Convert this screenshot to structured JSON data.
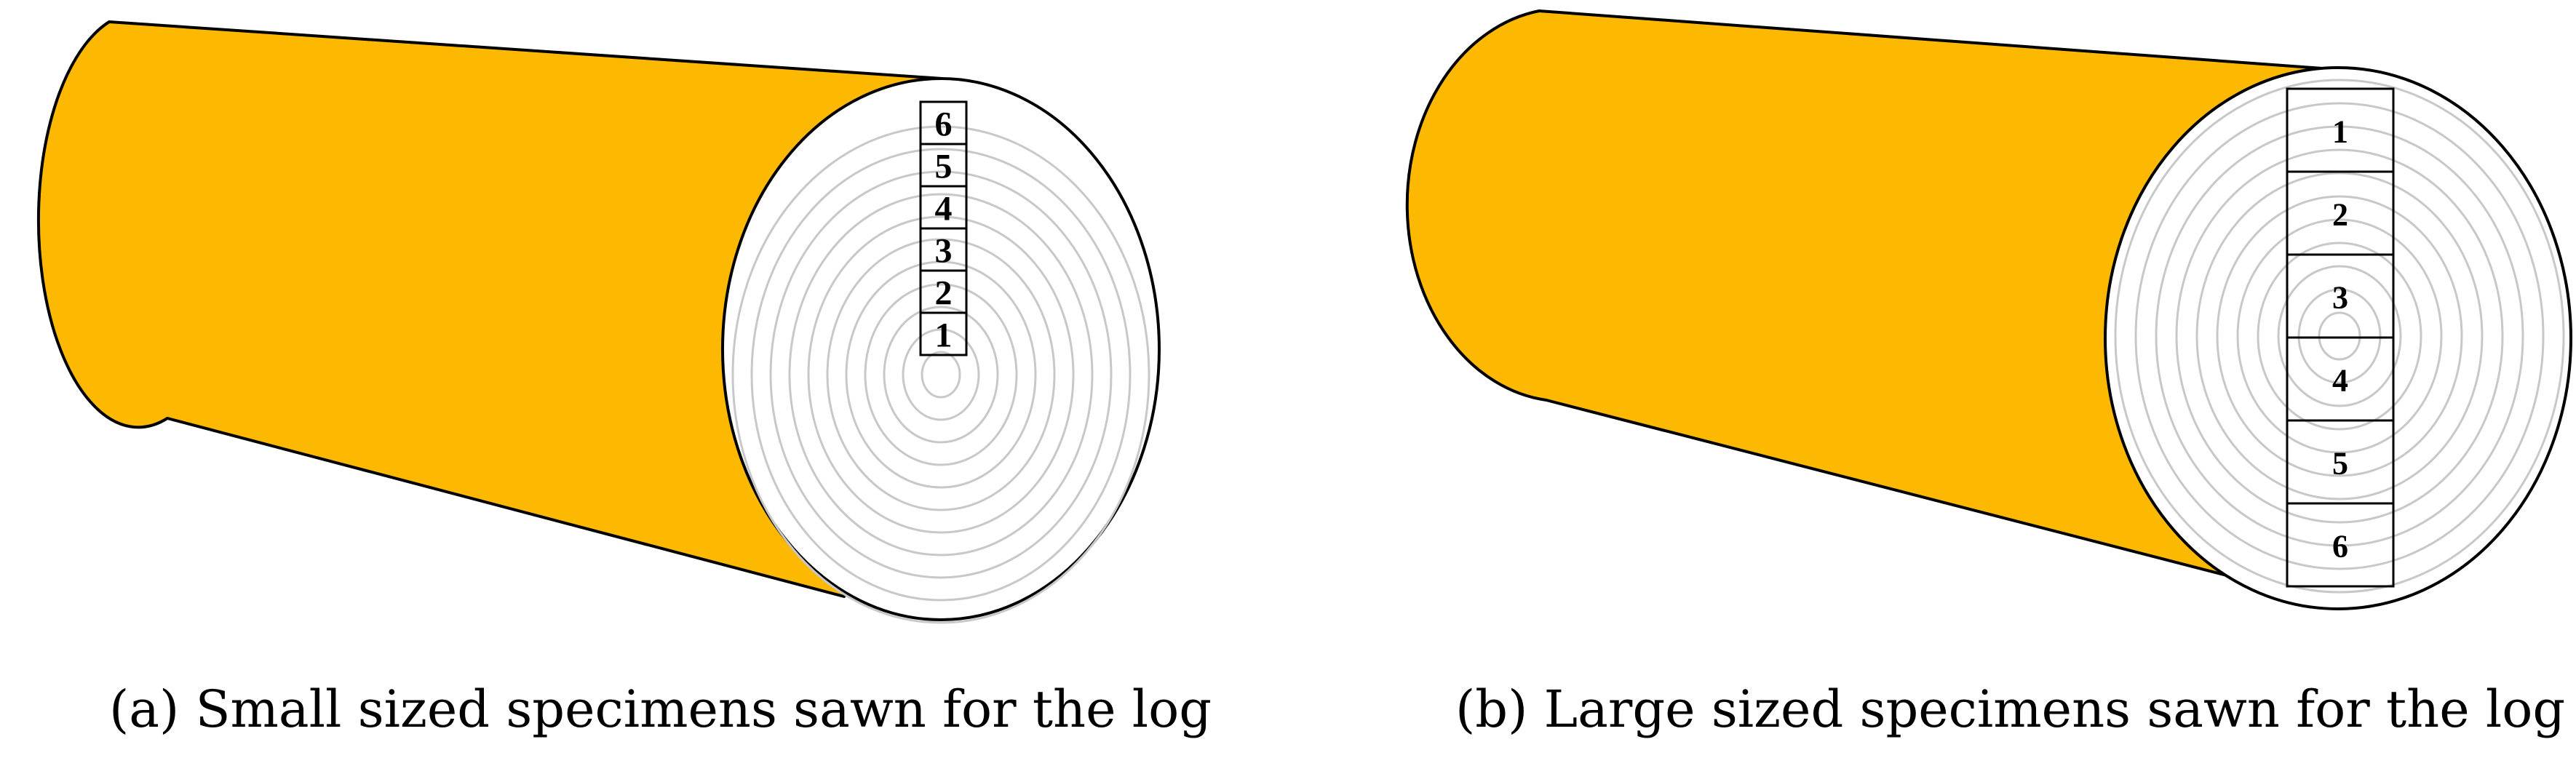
{
  "colors": {
    "log_bark": "#FDB901",
    "outline": "#000000",
    "rings": "#c8c8c8",
    "face": "#ffffff"
  },
  "panels": [
    {
      "id": "a",
      "caption": "(a) Small sized specimens sawn for the log",
      "specimens": [
        "6",
        "5",
        "4",
        "3",
        "2",
        "1"
      ]
    },
    {
      "id": "b",
      "caption": "(b) Large sized specimens sawn for the log",
      "specimens": [
        "1",
        "2",
        "3",
        "4",
        "5",
        "6"
      ]
    }
  ]
}
